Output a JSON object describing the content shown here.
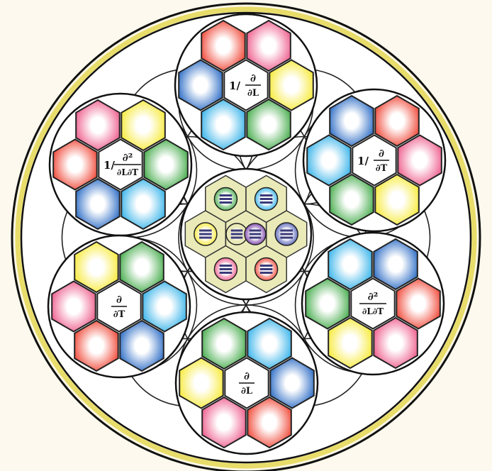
{
  "colors": {
    "background": "#fdf9ee",
    "outer_ring": "#e8dc6a",
    "line": "#111111",
    "center_panel": "#e9eab8",
    "red": "#f04a3a",
    "pink": "#ee5f8e",
    "yellow": "#f7ea3a",
    "green": "#48ad4e",
    "light_blue": "#39b4ea",
    "dark_blue": "#2f6ec6",
    "purple": "#7a3fa8",
    "slate_blue": "#5561b8"
  },
  "clusters": [
    {
      "name": "top",
      "hexes": [
        "red",
        "pink",
        "dark_blue",
        "yellow",
        "light_blue",
        "green"
      ],
      "label": {
        "prefix": "1/",
        "num": "∂",
        "den": "∂L"
      }
    },
    {
      "name": "upper-left",
      "hexes": [
        "pink",
        "yellow",
        "red",
        "green",
        "dark_blue",
        "light_blue"
      ],
      "label": {
        "prefix": "1/",
        "num": "∂²",
        "den": "∂L∂T"
      }
    },
    {
      "name": "upper-right",
      "hexes": [
        "dark_blue",
        "red",
        "light_blue",
        "pink",
        "green",
        "yellow"
      ],
      "label": {
        "prefix": "1/",
        "num": "∂",
        "den": "∂T"
      }
    },
    {
      "name": "lower-left",
      "hexes": [
        "yellow",
        "green",
        "pink",
        "light_blue",
        "red",
        "dark_blue"
      ],
      "label": {
        "prefix": "",
        "num": "∂",
        "den": "∂T"
      }
    },
    {
      "name": "lower-right",
      "hexes": [
        "light_blue",
        "dark_blue",
        "green",
        "red",
        "yellow",
        "pink"
      ],
      "label": {
        "prefix": "",
        "num": "∂²",
        "den": "∂L∂T"
      }
    },
    {
      "name": "bottom",
      "hexes": [
        "green",
        "light_blue",
        "yellow",
        "dark_blue",
        "pink",
        "red"
      ],
      "label": {
        "prefix": "",
        "num": "∂",
        "den": "∂L"
      }
    }
  ],
  "center_trigrams": [
    "green",
    "light_blue",
    "yellow",
    "slate_blue",
    "pink",
    "red"
  ],
  "center_core": [
    "white",
    "purple"
  ]
}
